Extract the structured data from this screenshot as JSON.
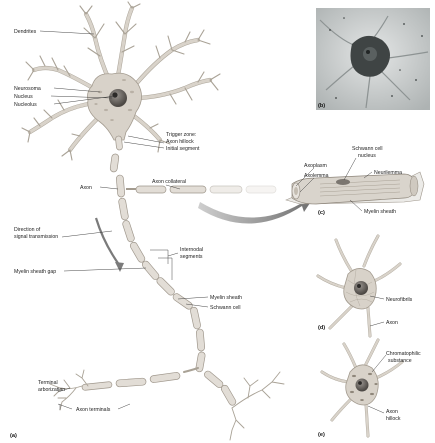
{
  "labels": {
    "dendrites": "Dendrites",
    "neurosoma": "Neurosoma",
    "nucleus": "Nucleus",
    "nucleolus": "Nucleolus",
    "trigger_zone": "Trigger zone:",
    "axon_hillock": "Axon hillock",
    "initial_segment": "Initial segment",
    "axon": "Axon",
    "axon_collateral": "Axon collateral",
    "direction_line1": "Direction of",
    "direction_line2": "signal transmission",
    "internodal_line1": "Internodal",
    "internodal_line2": "segments",
    "myelin_sheath_gap": "Myelin sheath gap",
    "myelin_sheath": "Myelin sheath",
    "schwann_cell": "Schwann cell",
    "terminal_line1": "Terminal",
    "terminal_line2": "arborization",
    "axon_terminals": "Axon terminals"
  },
  "panel_c": {
    "axoplasm": "Axoplasm",
    "axolemma": "Axolemma",
    "schwann_nucleus_line1": "Schwann cell",
    "schwann_nucleus_line2": "nucleus",
    "neurilemma": "Neurilemma",
    "myelin_sheath": "Myelin sheath"
  },
  "panel_d": {
    "neurofibrils": "Neurofibrils",
    "axon": "Axon"
  },
  "panel_e": {
    "chromatophilic_line1": "Chromatophilic",
    "chromatophilic_line2": "substance",
    "axon_hillock_line1": "Axon",
    "axon_hillock_line2": "hillock"
  },
  "panel_tags": {
    "a": "(a)",
    "b": "(b)",
    "c": "(c)",
    "d": "(d)",
    "e": "(e)"
  },
  "colors": {
    "cell_fill": "#d8d2c9",
    "myelin_fill": "#e2ddd6",
    "nucleus": "#5e5a56",
    "arrow": "#7b7b7b",
    "micrograph_bg": "#cfd2d2"
  }
}
